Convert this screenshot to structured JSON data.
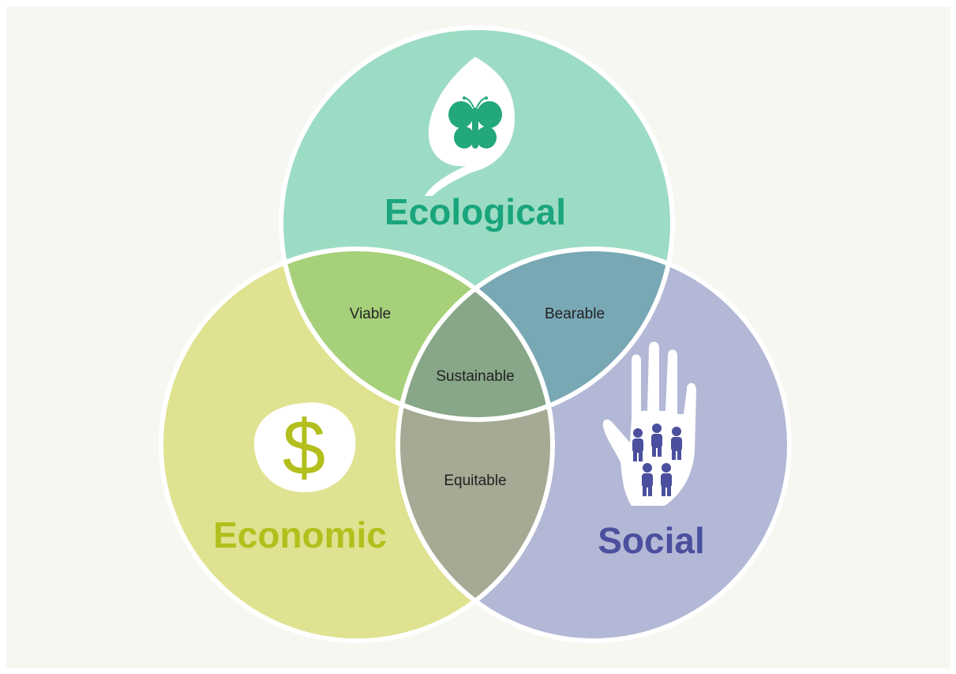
{
  "diagram": {
    "circles": {
      "ecological": {
        "label": "Ecological",
        "fill": "#9ddcc4",
        "text_color": "#1aa57c",
        "icon": "leaf-butterfly-icon"
      },
      "economic": {
        "label": "Economic",
        "fill": "#dfe290",
        "text_color": "#b2bf1c",
        "icon": "dollar-icon",
        "icon_glyph": "$"
      },
      "social": {
        "label": "Social",
        "fill": "#b3b8d6",
        "text_color": "#4a4f9e",
        "icon": "hand-people-icon"
      }
    },
    "intersections": {
      "viable": {
        "label": "Viable",
        "fill": "#a6d07a"
      },
      "bearable": {
        "label": "Bearable",
        "fill": "#79a8b5"
      },
      "equitable": {
        "label": "Equitable",
        "fill": "#a4aa94"
      },
      "sustainable": {
        "label": "Sustainable",
        "fill": "#88a688"
      }
    },
    "colors": {
      "background": "#f6f7f1",
      "outline": "#ffffff",
      "butterfly": "#23a77d",
      "people": "#4a4f9e"
    }
  }
}
